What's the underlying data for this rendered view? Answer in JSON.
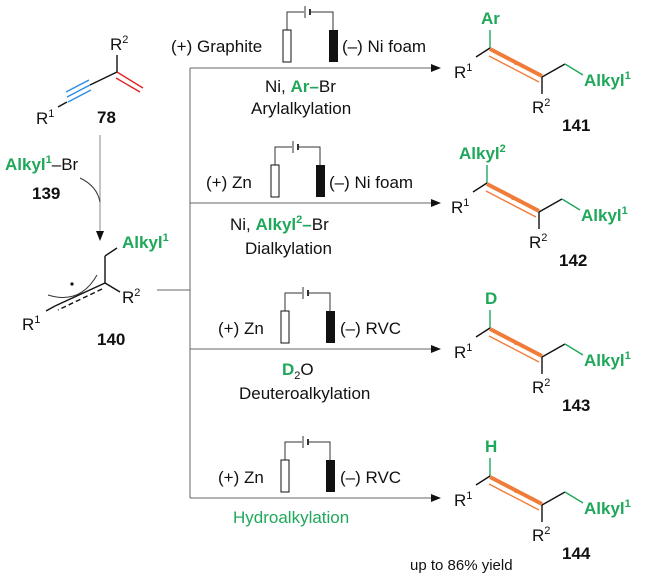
{
  "colors": {
    "green": "#1fa85a",
    "orange": "#f07c3a",
    "blue": "#2a8de8",
    "red": "#e02020"
  },
  "start": {
    "r1": "R",
    "r1_sup": "1",
    "r2": "R",
    "r2_sup": "2",
    "label": "78"
  },
  "reagent": {
    "alkyl": "Alkyl",
    "alkyl_sup": "1",
    "br": "–Br",
    "label": "139"
  },
  "intermediate": {
    "alkyl": "Alkyl",
    "alkyl_sup": "1",
    "r1": "R",
    "r1_sup": "1",
    "r2": "R",
    "r2_sup": "2",
    "label": "140"
  },
  "conditions": [
    {
      "anode": "(+) Graphite",
      "cathode": "(–) Ni foam",
      "line1_pre": "Ni, ",
      "line1_green": "Ar–",
      "line1_post": "Br",
      "name": "Arylalkylation"
    },
    {
      "anode": "(+) Zn",
      "cathode": "(–) Ni foam",
      "line1_pre": "Ni, ",
      "line1_green": "Alkyl",
      "line1_green_sup": "2",
      "line1_green2": "–",
      "line1_post": "Br",
      "name": "Dialkylation"
    },
    {
      "anode": "(+) Zn",
      "cathode": "(–) RVC",
      "line1_green": "D",
      "line1_sub": "2",
      "line1_post": "O",
      "name": "Deuteroalkylation"
    },
    {
      "anode": "(+) Zn",
      "cathode": "(–) RVC",
      "name": "Hydroalkylation"
    }
  ],
  "products": [
    {
      "top": "Ar",
      "label": "141"
    },
    {
      "top": "Alkyl",
      "top_sup": "2",
      "label": "142"
    },
    {
      "top": "D",
      "label": "143"
    },
    {
      "top": "H",
      "label": "144"
    }
  ],
  "product_common": {
    "r1": "R",
    "r1_sup": "1",
    "r2": "R",
    "r2_sup": "2",
    "alkyl": "Alkyl",
    "alkyl_sup": "1"
  },
  "yield_note": "up to 86% yield"
}
